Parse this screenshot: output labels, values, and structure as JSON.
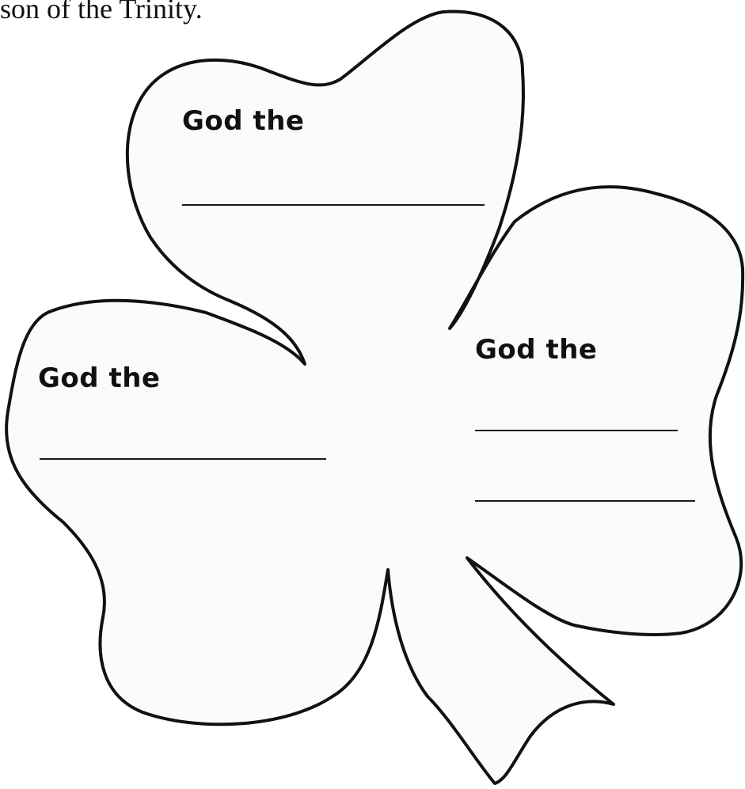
{
  "intro": {
    "text": "son of the Trinity."
  },
  "leaves": {
    "top": {
      "label": "God the"
    },
    "left": {
      "label": "God the"
    },
    "right": {
      "label": "God the"
    }
  },
  "colors": {
    "outline": "#111111",
    "background": "#ffffff",
    "shamrock_fill": "#fbfbfb"
  }
}
